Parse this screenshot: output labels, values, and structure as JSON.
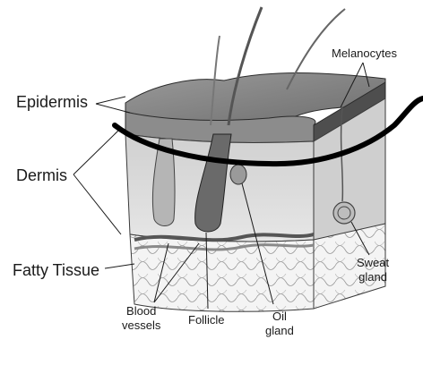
{
  "labels": {
    "epidermis": "Epidermis",
    "dermis": "Dermis",
    "fatty_tissue": "Fatty Tissue",
    "melanocytes": "Melanocytes",
    "sweat_gland_line1": "Sweat",
    "sweat_gland_line2": "gland",
    "blood_vessels_line1": "Blood",
    "blood_vessels_line2": "vessels",
    "follicle": "Follicle",
    "oil_gland_line1": "Oil",
    "oil_gland_line2": "gland"
  },
  "colors": {
    "outline": "#1a1a1a",
    "epidermis": "#7a7a7a",
    "dermis": "#d9d9d9",
    "fat": "#f2f2f2",
    "annotation_stroke": "#000000"
  }
}
